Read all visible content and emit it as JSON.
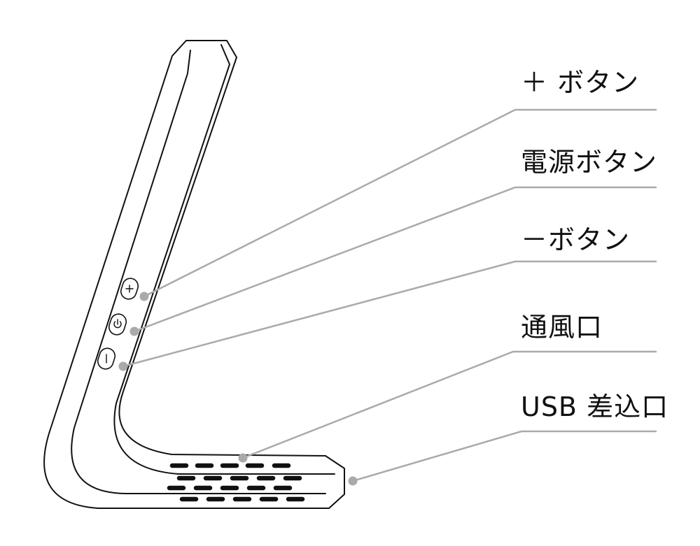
{
  "labels": [
    {
      "id": "plus-button",
      "text": "＋ ボタン"
    },
    {
      "id": "power-button",
      "text": "電源ボタン"
    },
    {
      "id": "minus-button",
      "text": "－ボタン"
    },
    {
      "id": "vent",
      "text": "通風口"
    },
    {
      "id": "usb-port",
      "text": "USB 差込口"
    }
  ],
  "colors": {
    "ink": "#111111",
    "leader": "#aaaaaa",
    "background": "#ffffff"
  },
  "icons": {
    "plus": "plus-icon",
    "power": "power-icon",
    "minus": "minus-icon"
  }
}
